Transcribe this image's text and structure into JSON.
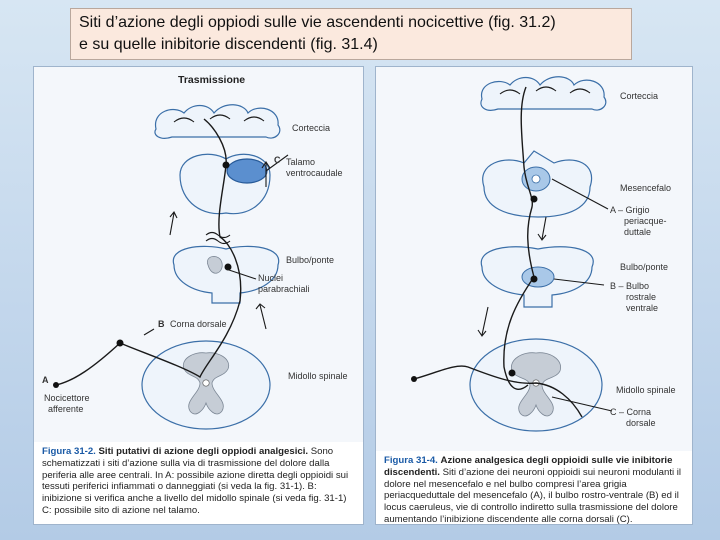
{
  "title": {
    "line1": "Siti d’azione degli oppiodi sulle vie ascendenti nocicettive (fig. 31.2)",
    "line2": "e su quelle inibitorie discendenti (fig. 31.4)"
  },
  "left_figure": {
    "heading": "Trasmissione",
    "labels": {
      "corteccia": "Corteccia",
      "c_letter": "C",
      "talamo_1": "Talamo",
      "talamo_2": "ventrocaudale",
      "bulbo_ponte": "Bulbo/ponte",
      "nuclei_1": "Nuclei",
      "nuclei_2": "parabrachiali",
      "b_letter": "B",
      "corna_dorsale": "Corna dorsale",
      "midollo": "Midollo spinale",
      "a_letter": "A",
      "nocicettore_1": "Nocicettore",
      "nocicettore_2": "afferente"
    },
    "caption": {
      "label": "Figura 31-2.",
      "title": "Siti putativi di azione degli oppiodi analgesici.",
      "text": "Sono schematizzati i siti d’azione sulla via di trasmissione del dolore dalla periferia alle aree centrali. In A: possibile azione diretta degli oppioidi sui tessuti periferici infiammati o danneggiati (si veda la fig. 31-1). B: inibizione si verifica anche a livello del midollo spinale (si veda fig. 31-1) C: possibile sito di azione nel talamo."
    }
  },
  "right_figure": {
    "labels": {
      "corteccia": "Corteccia",
      "mesencefalo": "Mesencefalo",
      "a_grigio_1": "A – Grigio",
      "a_grigio_2": "periacque-",
      "a_grigio_3": "duttale",
      "bulbo_ponte": "Bulbo/ponte",
      "b_bulbo_1": "B – Bulbo",
      "b_bulbo_2": "rostrale",
      "b_bulbo_3": "ventrale",
      "midollo": "Midollo spinale",
      "c_corna_1": "C – Corna",
      "c_corna_2": "dorsale"
    },
    "caption": {
      "label": "Figura 31-4.",
      "title": "Azione analgesica degli oppioidi sulle vie inibitorie discendenti.",
      "text": "Siti d’azione dei neuroni oppioidi sui neuroni modulanti il dolore nel mesencefalo e nel bulbo compresi l’area grigia periacqueduttale del mesencefalo (A), il bulbo rostro-ventrale (B) ed il locus caeruleus, vie di controllo indiretto sulla trasmissione del dolore aumentando l’inibizione discendente alle corna dorsali (C)."
    }
  },
  "colors": {
    "background": "#c3d7ec",
    "title_box": "#fbe9de",
    "accent_blue": "#5b8fcf",
    "figure_label_blue": "#1a5aa6"
  }
}
